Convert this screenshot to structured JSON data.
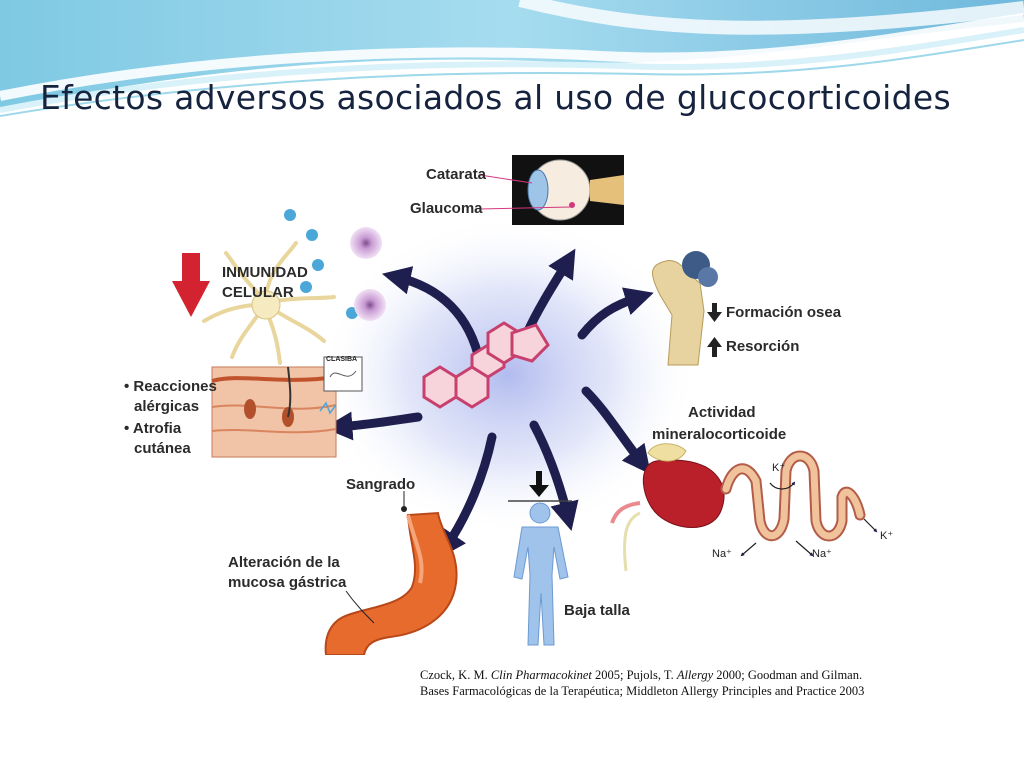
{
  "slide": {
    "title": "Efectos adversos asociados al uso de glucocorticoides"
  },
  "diagram": {
    "labels": {
      "catarata": "Catarata",
      "glaucoma": "Glaucoma",
      "inmunidad_line1": "INMUNIDAD",
      "inmunidad_line2": "CELULAR",
      "formacion_osea": "Formación osea",
      "resorcion": "Resorción",
      "reacciones_line1": "• Reacciones",
      "reacciones_line2": "alérgicas",
      "atrofia_line1": "• Atrofia",
      "atrofia_line2": "cutánea",
      "skin_tag": "CLASIBA",
      "actividad_line1": "Actividad",
      "actividad_line2": "mineralocorticoide",
      "sangrado": "Sangrado",
      "alteracion_line1": "Alteración de la",
      "alteracion_line2": "mucosa gástrica",
      "baja_talla": "Baja talla",
      "k_plus_top": "K⁺",
      "k_plus_right": "K⁺",
      "na_plus_1": "Na⁺",
      "na_plus_2": "Na⁺"
    },
    "colors": {
      "arrow": "#1f1f4f",
      "steroid": "#c8406e",
      "glow": "#b8c2ee"
    }
  },
  "citation": {
    "line1_author1": "Czock, K. M. ",
    "line1_journal1": "Clin Pharmacokinet",
    "line1_mid": " 2005; Pujols, T. ",
    "line1_journal2": "Allergy",
    "line1_end": " 2000; Goodman and Gilman.",
    "line2": "Bases Farmacológicas de la Terapéutica; Middleton Allergy Principles and Practice 2003"
  }
}
